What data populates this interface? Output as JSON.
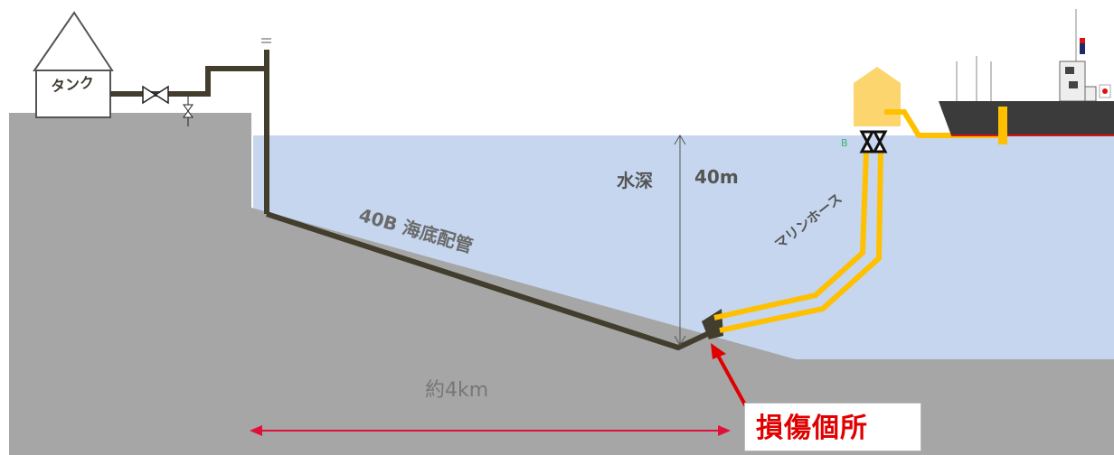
{
  "diagram": {
    "labels": {
      "tank": "タンク",
      "pipeline": "40B 海底配管",
      "depth_label": "水深",
      "depth_value": "40m",
      "marine_hose": "マリンホース",
      "valve_b": "B",
      "distance": "約4km",
      "damage_location": "損傷個所"
    },
    "colors": {
      "sea": "#c5d6ee",
      "land": "#a6a6a6",
      "pipe": "#433d2e",
      "hose": "#ffc000",
      "alert": "#e00000",
      "ship_hull": "#3b3b3b"
    }
  }
}
